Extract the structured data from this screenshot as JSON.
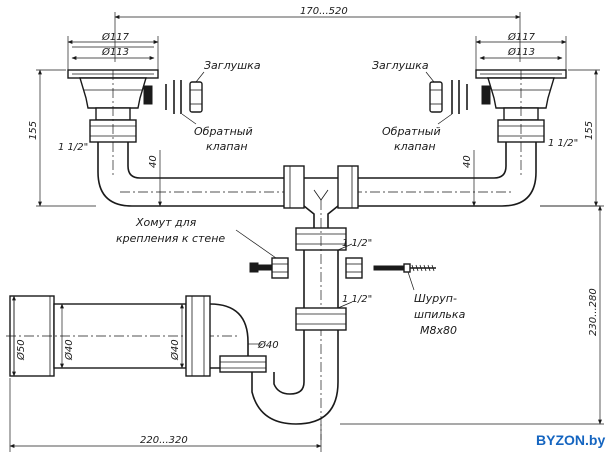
{
  "dimensions": {
    "width_range": "170...520",
    "dia_outer": "Ø117",
    "dia_inner": "Ø113",
    "height_155": "155",
    "offset_40": "40",
    "height_range": "230...280",
    "length_range": "220...320",
    "dia_50": "Ø50",
    "dia_40": "Ø40",
    "thread": "1 1/2\""
  },
  "labels": {
    "plug": "Заглушка",
    "check_valve_line1": "Обратный",
    "check_valve_line2": "клапан",
    "clamp_line1": "Хомут для",
    "clamp_line2": "крепления к стене",
    "screw_line1": "Шуруп-",
    "screw_line2": "шпилька",
    "screw_line3": "M8x80"
  },
  "brand": "BYZON.by"
}
